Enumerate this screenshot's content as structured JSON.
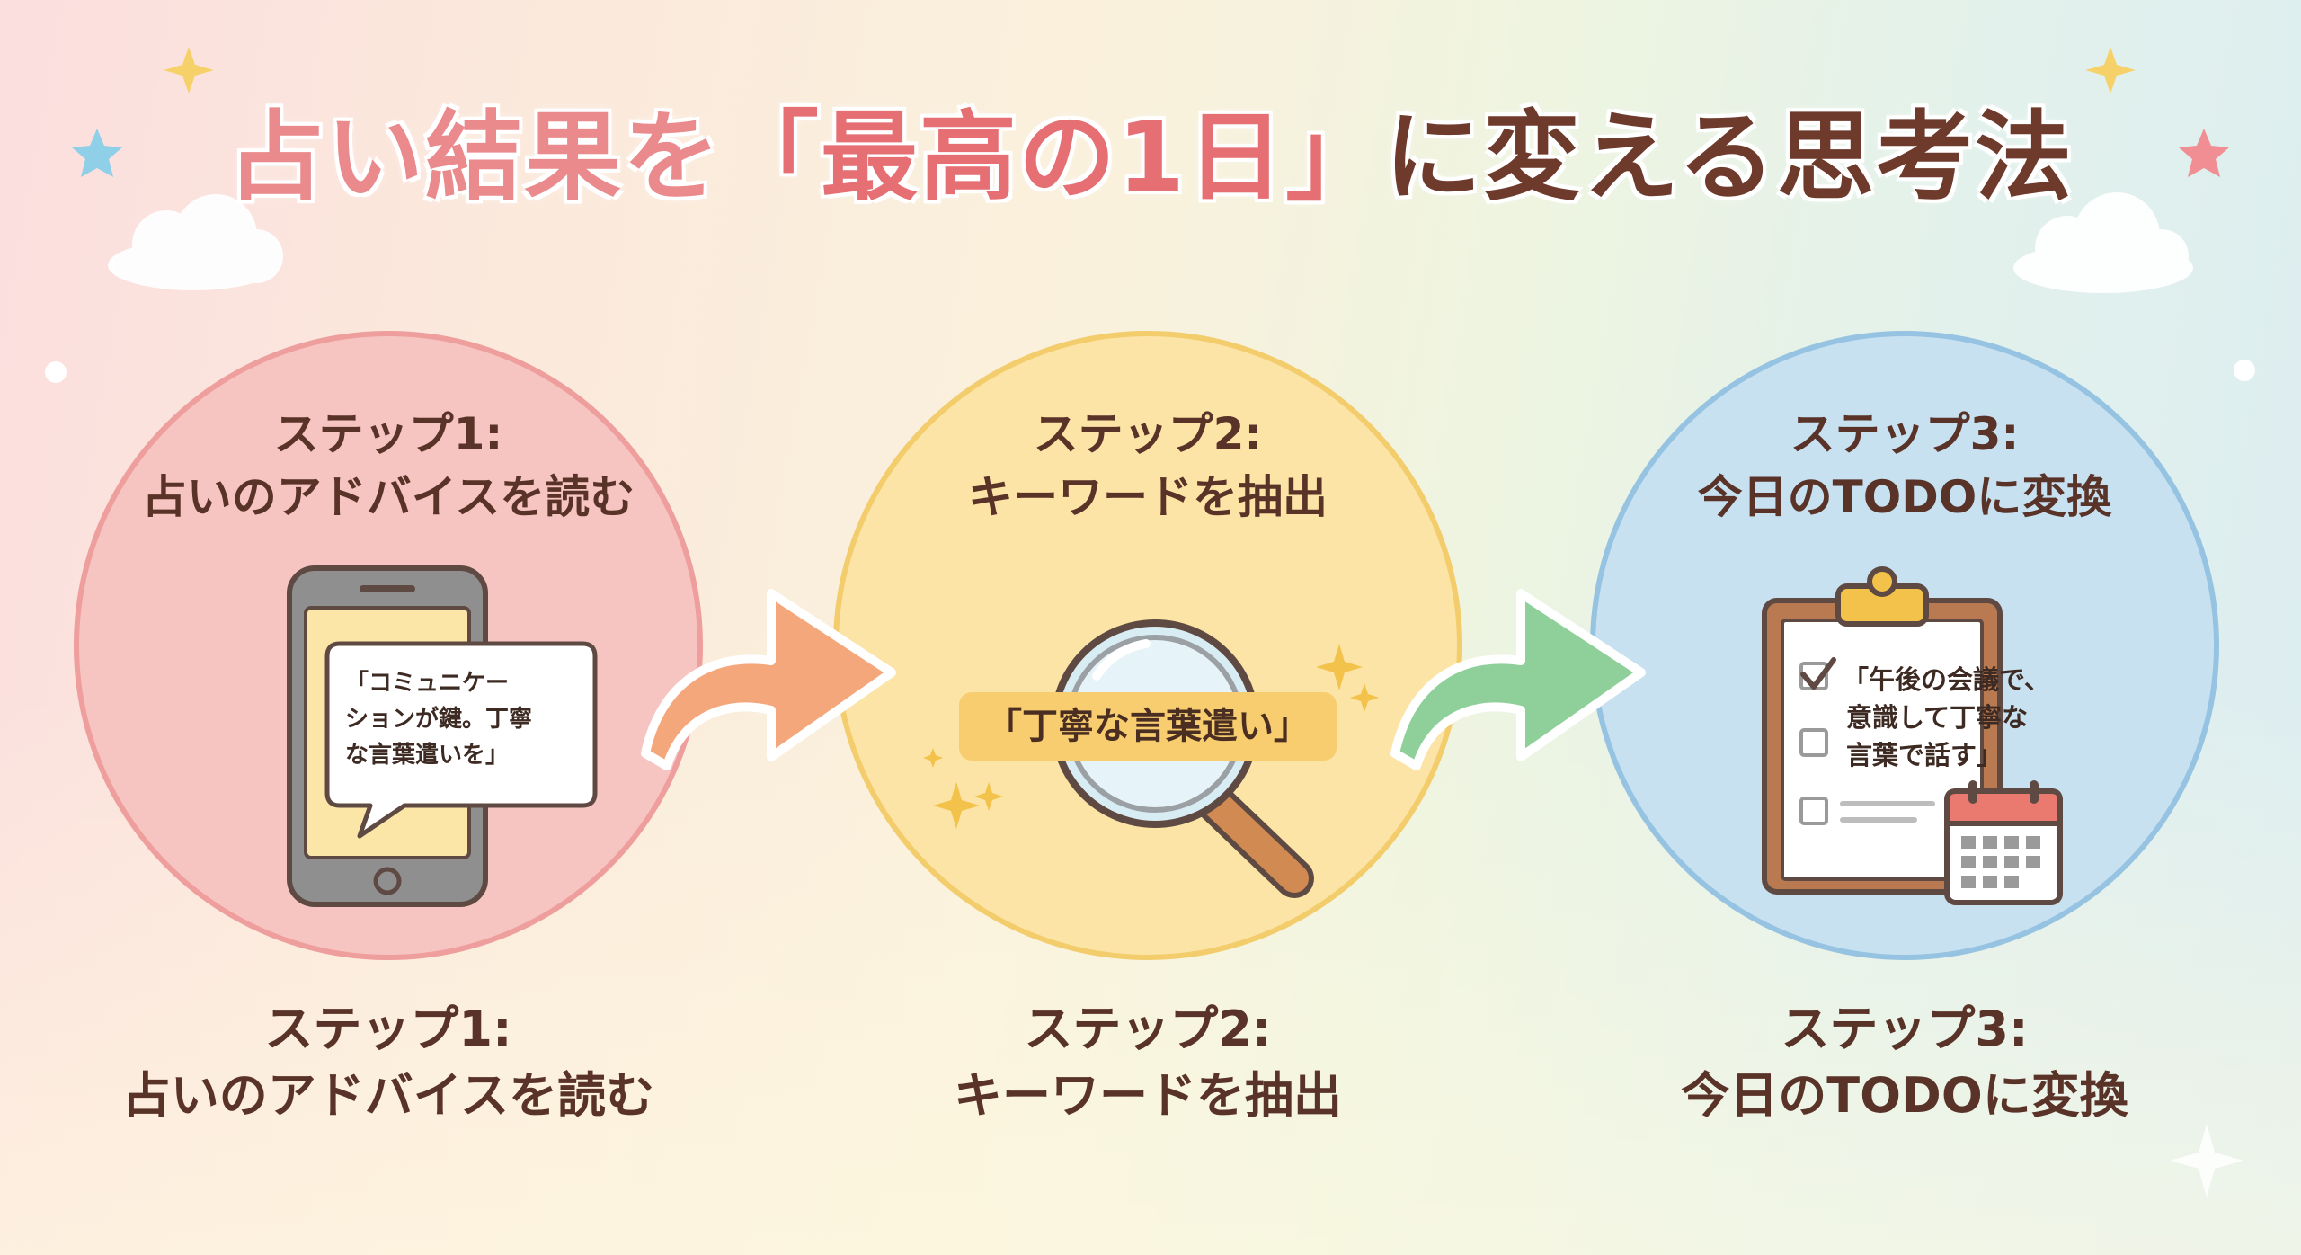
{
  "title": {
    "part1": "占い結果を",
    "part2": "「最高の1日」",
    "part3": "に変える思考法"
  },
  "steps": [
    {
      "heading": "ステップ1:",
      "subtitle": "占いのアドバイスを読む",
      "bubble_lines": [
        "「コミュニケー",
        "ションが鍵。丁寧",
        "な言葉遣いを」"
      ]
    },
    {
      "heading": "ステップ2:",
      "subtitle": "キーワードを抽出",
      "keyword": "「丁寧な言葉遣い」"
    },
    {
      "heading": "ステップ3:",
      "subtitle": "今日のTODOに変換",
      "todo_lines": [
        "「午後の会議で、",
        "意識して丁寧な",
        "言葉で話す」"
      ]
    }
  ],
  "colors": {
    "step1": "#f6c4c1",
    "step2": "#fbe4a6",
    "step3": "#c7e1f1",
    "arrow1": "#f5a77c",
    "arrow2": "#8fd09a",
    "title_highlight": "#e56f72"
  },
  "icons": [
    "smartphone-icon",
    "speech-bubble-icon",
    "magnifier-icon",
    "sparkle-icon",
    "clipboard-icon",
    "checkbox-icon",
    "calendar-icon",
    "arrow-icon",
    "star-icon",
    "cloud-icon"
  ]
}
